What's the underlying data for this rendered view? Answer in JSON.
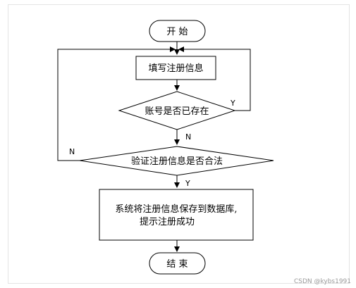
{
  "diagram": {
    "start_label": "开 始",
    "fill_info_label": "填写注册信息",
    "account_exists_label": "账号是否已存在",
    "validate_label": "验证注册信息是否合法",
    "save_line1": "系统将注册信息保存到数据库,",
    "save_line2": "提示注册成功",
    "end_label": "结 束",
    "yes_exists": "Y",
    "no_exists": "N",
    "no_valid": "N",
    "yes_valid": "Y"
  },
  "watermark": "CSDN @kybs1991"
}
